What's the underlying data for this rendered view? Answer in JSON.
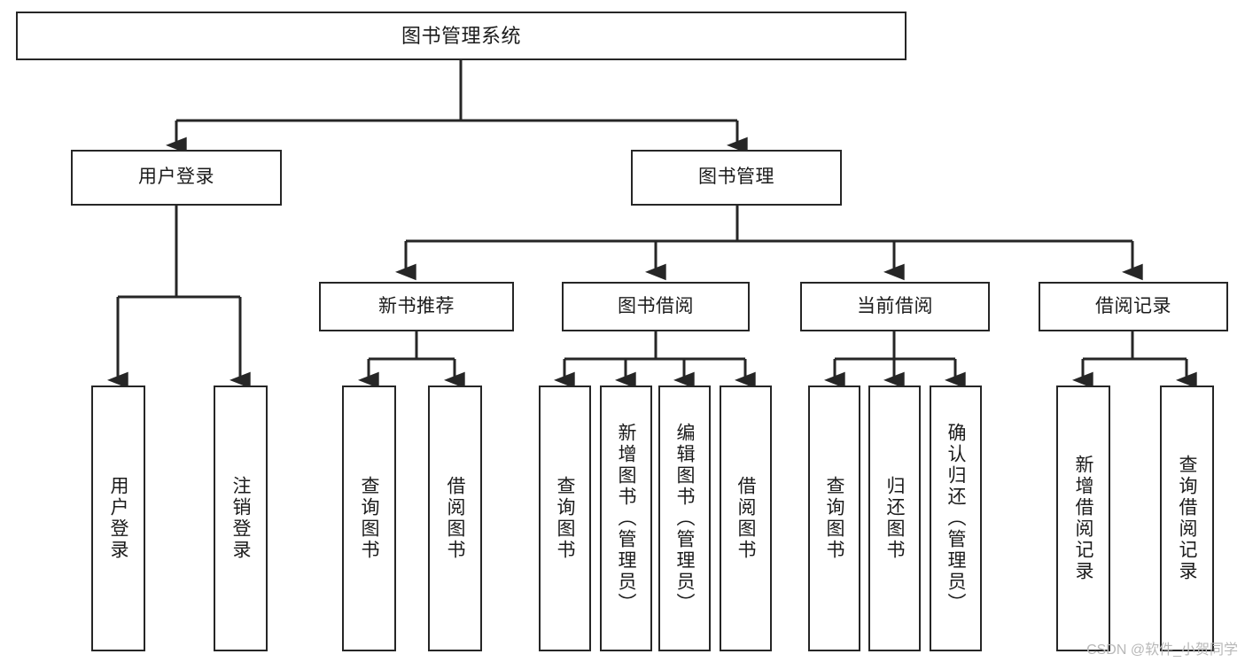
{
  "diagram": {
    "title": "图书管理系统",
    "type": "tree-hierarchy-chart",
    "orientation": "top-down",
    "colors": {
      "box_border": "#262626",
      "box_fill": "#ffffff",
      "connector": "#262626",
      "text": "#1b1b1b",
      "background": "#ffffff",
      "watermark": "#b8b8b8"
    },
    "root": {
      "label": "图书管理系统"
    },
    "level1": [
      {
        "label": "用户登录"
      },
      {
        "label": "图书管理"
      }
    ],
    "level2": [
      {
        "label": "新书推荐"
      },
      {
        "label": "图书借阅"
      },
      {
        "label": "当前借阅"
      },
      {
        "label": "借阅记录"
      }
    ],
    "leaves": {
      "user_login": [
        {
          "label": "用户登录"
        },
        {
          "label": "注销登录"
        }
      ],
      "new_book_recommend": [
        {
          "label": "查询图书"
        },
        {
          "label": "借阅图书"
        }
      ],
      "book_borrow": [
        {
          "label": "查询图书"
        },
        {
          "label": "新增图书（管理员）"
        },
        {
          "label": "编辑图书（管理员）"
        },
        {
          "label": "借阅图书"
        }
      ],
      "current_borrow": [
        {
          "label": "查询图书"
        },
        {
          "label": "归还图书"
        },
        {
          "label": "确认归还（管理员）"
        }
      ],
      "borrow_record": [
        {
          "label": "新增借阅记录"
        },
        {
          "label": "查询借阅记录"
        }
      ]
    }
  },
  "watermark": {
    "text": "CSDN @软件_小贺同学"
  }
}
